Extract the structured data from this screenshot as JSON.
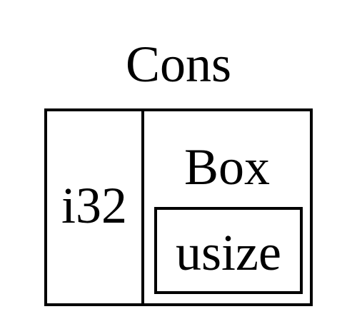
{
  "diagram": {
    "title": "Cons",
    "left_cell": "i32",
    "right_cell": {
      "label": "Box",
      "inner_label": "usize"
    }
  }
}
